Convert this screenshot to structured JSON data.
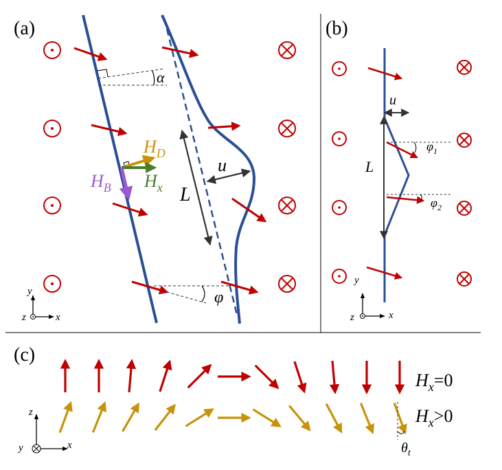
{
  "panels": {
    "a": {
      "label": "(a)"
    },
    "b": {
      "label": "(b)"
    },
    "c": {
      "label": "(c)"
    }
  },
  "labels": {
    "alpha": "α",
    "phi": "φ",
    "u_a": "u",
    "L_a": "L",
    "HD": "H",
    "HD_sub": "D",
    "Hx": "H",
    "Hx_sub": "x",
    "HB": "H",
    "HB_sub": "B",
    "u_b": "u",
    "L_b": "L",
    "phi1": "φ",
    "phi1_sub": "1",
    "phi2": "φ",
    "phi2_sub": "2",
    "Hx0": "H",
    "Hx0_sub": "x",
    "Hx0_rest": "=0",
    "Hxpos": "H",
    "Hxpos_sub": "x",
    "Hxpos_rest": ">0",
    "theta": "θ",
    "theta_sub": "t"
  },
  "axes": {
    "a": {
      "y": "y",
      "x": "x",
      "z": "z"
    },
    "b": {
      "y": "y",
      "x": "x",
      "z": "z"
    },
    "c": {
      "z": "z",
      "x": "x",
      "y": "y"
    }
  },
  "colors": {
    "wall": "#2a4f95",
    "moment": "#c00000",
    "HD": "#c8920a",
    "Hx": "#4a7a2c",
    "HB": "#9a5ad0",
    "annot": "#333333",
    "tilted": "#c8920a"
  },
  "panel_c_angles_deg": {
    "Hx_zero": [
      0,
      0,
      5,
      18,
      45,
      90,
      135,
      162,
      175,
      180,
      180
    ],
    "Hx_positive": [
      20,
      22,
      30,
      38,
      58,
      90,
      122,
      140,
      152,
      158,
      160
    ]
  }
}
